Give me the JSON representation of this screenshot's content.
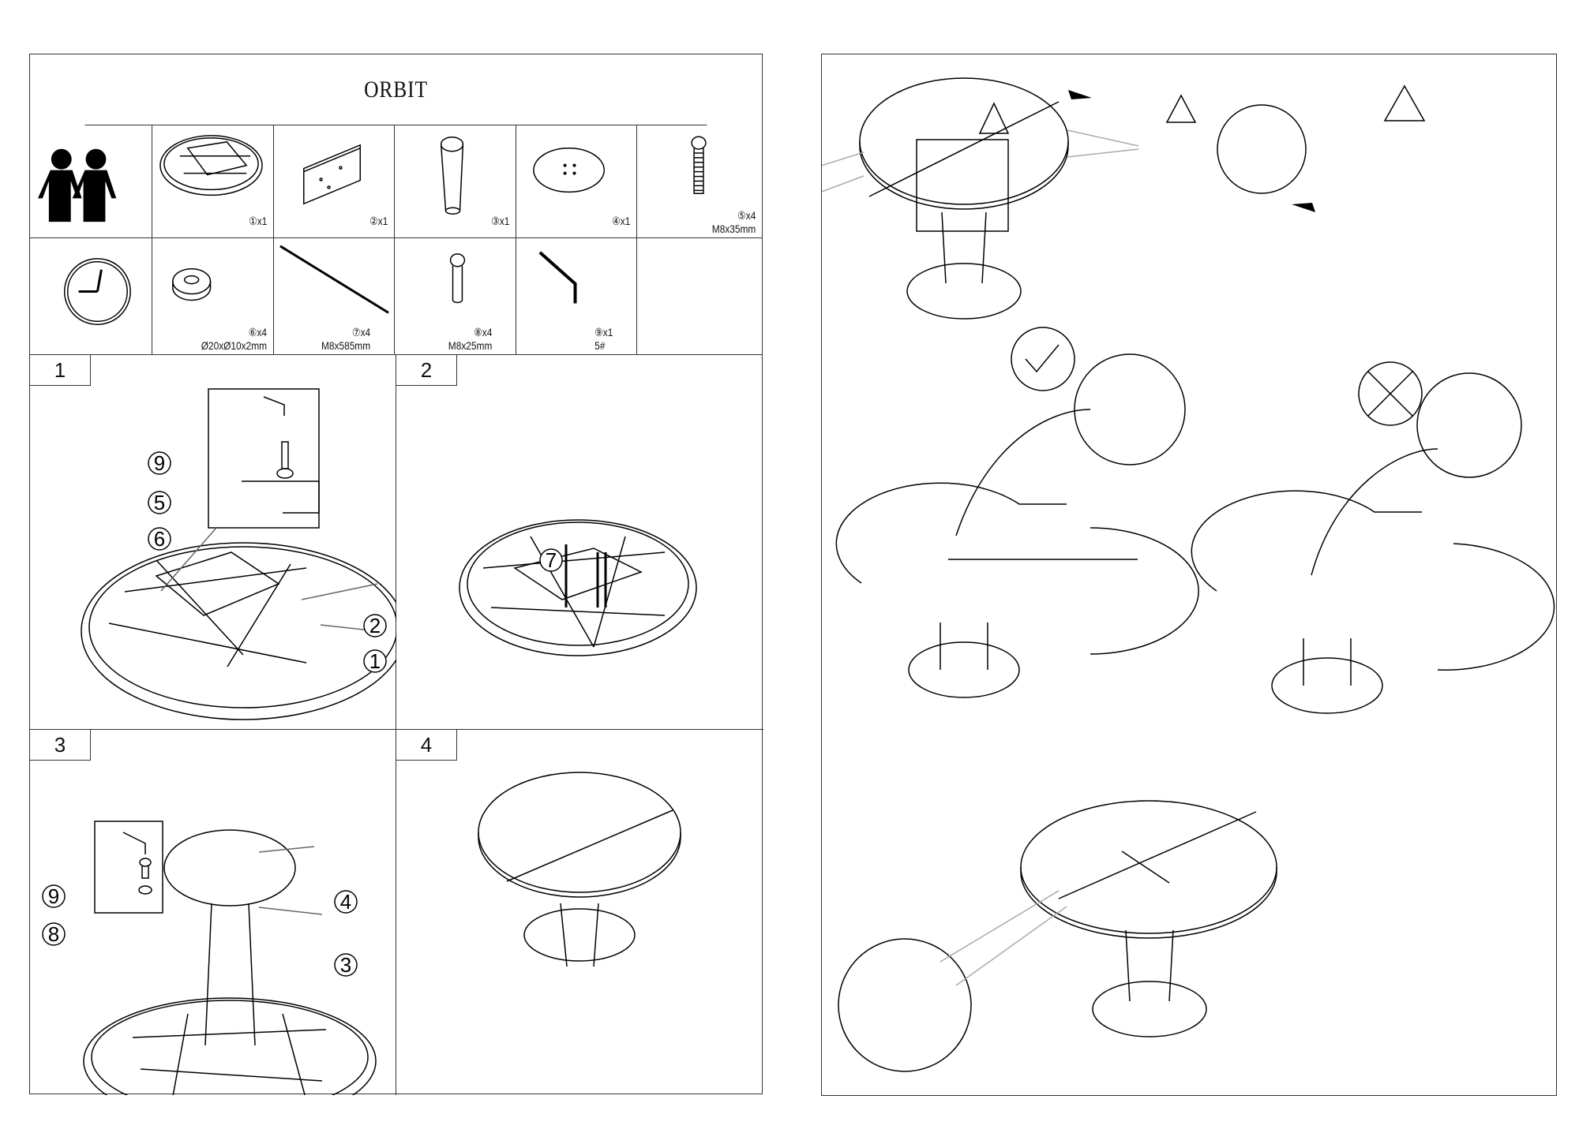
{
  "title": "ORBIT",
  "parts": [
    {
      "id": "people",
      "icon": "two-people-icon"
    },
    {
      "id": "1",
      "label": "①x1",
      "icon": "tabletop-underside-icon"
    },
    {
      "id": "2",
      "label": "②x1",
      "icon": "mounting-plate-icon"
    },
    {
      "id": "3",
      "label": "③x1",
      "icon": "column-icon"
    },
    {
      "id": "4",
      "label": "④x1",
      "icon": "round-plate-icon"
    },
    {
      "id": "5",
      "label": "⑤x4",
      "spec": "M8x35mm",
      "icon": "bolt-icon"
    },
    {
      "id": "clock",
      "icon": "clock-icon"
    },
    {
      "id": "6",
      "label": "⑥x4",
      "spec": "Ø20xØ10x2mm",
      "icon": "washer-icon"
    },
    {
      "id": "7",
      "label": "⑦x4",
      "spec": "M8x585mm",
      "icon": "threaded-rod-icon"
    },
    {
      "id": "8",
      "label": "⑧x4",
      "spec": "M8x25mm",
      "icon": "short-bolt-icon"
    },
    {
      "id": "9",
      "label": "⑨x1",
      "spec": "5#",
      "icon": "allen-key-icon"
    },
    {
      "id": "empty"
    }
  ],
  "steps": [
    {
      "number": "1",
      "callouts": [
        "9",
        "5",
        "6",
        "2",
        "1"
      ]
    },
    {
      "number": "2",
      "callouts": [
        "7"
      ]
    },
    {
      "number": "3",
      "callouts": [
        "9",
        "8",
        "4",
        "3"
      ]
    },
    {
      "number": "4",
      "callouts": []
    }
  ]
}
